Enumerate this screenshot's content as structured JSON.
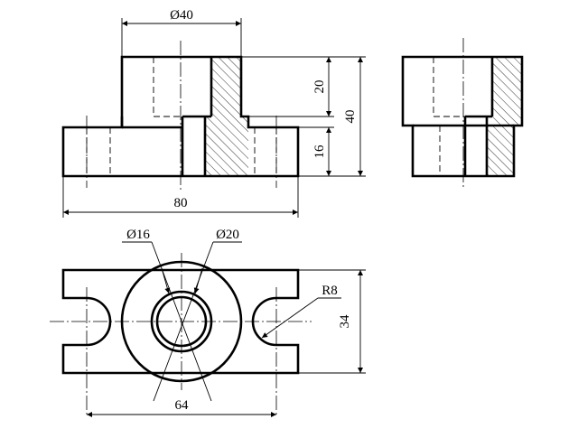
{
  "front_view": {
    "dim_top_diameter": "Ø40",
    "dim_upper_height": "20",
    "dim_total_height": "40",
    "dim_base_height": "16",
    "dim_total_width": "80"
  },
  "top_view": {
    "dim_inner_diameter": "Ø16",
    "dim_outer_bore_diameter": "Ø20",
    "dim_radius": "R8",
    "dim_depth": "34",
    "dim_slot_spacing": "64"
  },
  "colors": {
    "line": "#000000",
    "background": "#ffffff"
  }
}
